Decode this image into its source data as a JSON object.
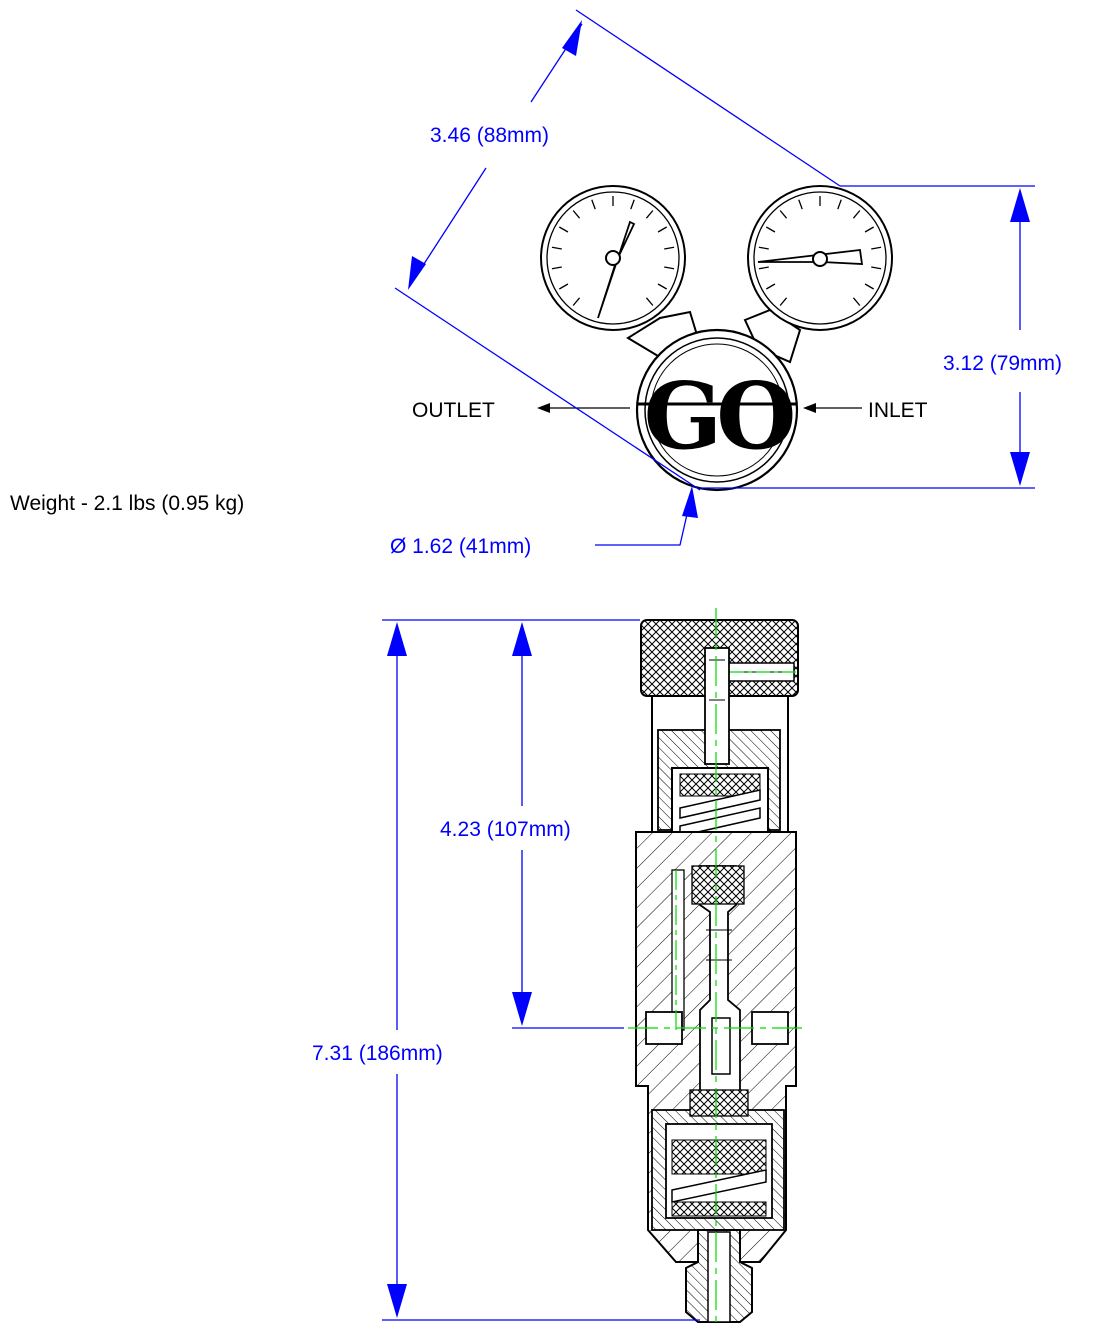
{
  "labels": {
    "weight": "Weight - 2.1 lbs (0.95 kg)",
    "outlet": "OUTLET",
    "inlet": "INLET",
    "knob_logo": "GO"
  },
  "dimensions": {
    "diagonal_width": "3.46 (88mm)",
    "height_front": "3.12 (79mm)",
    "diameter": "Ø 1.62 (41mm)",
    "to_port": "4.23 (107mm)",
    "overall_length": "7.31 (186mm)"
  },
  "colors": {
    "dimension": "#0000ff",
    "centerline": "#00dd00",
    "outline": "#000000"
  }
}
